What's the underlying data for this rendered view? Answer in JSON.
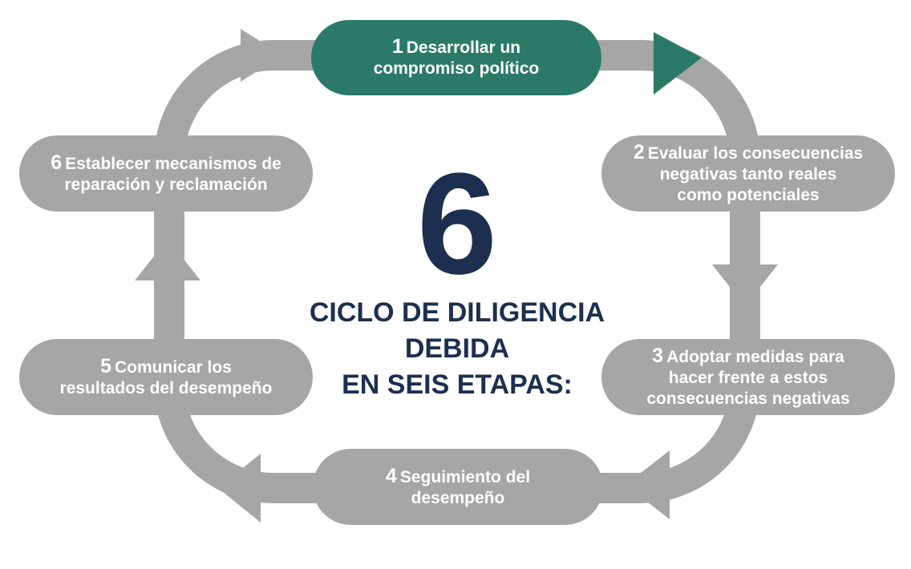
{
  "colors": {
    "track": "#a6a6a6",
    "active": "#2b7a68",
    "center_text": "#1d2f4f",
    "pill_text": "#ffffff"
  },
  "center": {
    "big_number": "6",
    "title_lines": [
      "CICLO DE DILIGENCIA",
      "DEBIDA",
      "EN SEIS ETAPAS:"
    ]
  },
  "stages": [
    {
      "number": "1",
      "lines": [
        "Desarrollar un",
        "compromiso político"
      ],
      "active": true
    },
    {
      "number": "2",
      "lines": [
        "Evaluar los consecuencias",
        "negativas tanto reales",
        "como potenciales"
      ],
      "active": false
    },
    {
      "number": "3",
      "lines": [
        "Adoptar medidas para",
        "hacer frente a estos",
        "consecuencias negativas"
      ],
      "active": false
    },
    {
      "number": "4",
      "lines": [
        "Seguimiento del",
        "desempeño"
      ],
      "active": false
    },
    {
      "number": "5",
      "lines": [
        "Comunicar los",
        "resultados del desempeño"
      ],
      "active": false
    },
    {
      "number": "6",
      "lines": [
        "Establecer mecanismos de",
        "reparación y reclamación"
      ],
      "active": false
    }
  ]
}
